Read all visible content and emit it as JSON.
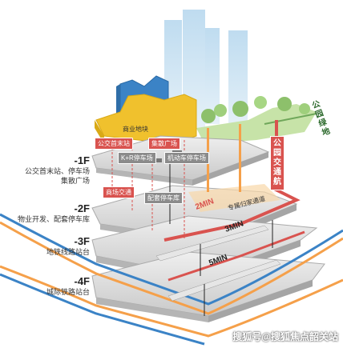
{
  "floors": [
    {
      "id": "-1F",
      "desc1": "公交首末站、停车场",
      "desc2": "集散广场"
    },
    {
      "id": "-2F",
      "desc1": "物业开发、配套停车库",
      "desc2": ""
    },
    {
      "id": "-3F",
      "desc1": "地铁线路站台",
      "desc2": ""
    },
    {
      "id": "-4F",
      "desc1": "城际铁路站台",
      "desc2": ""
    }
  ],
  "tags": {
    "bus_terminal": "公交首末站",
    "plaza": "集散广场",
    "kr_parking": "K+R停车场",
    "motor_parking": "机动车停车场",
    "commercial_traffic": "商场交通",
    "support_parking": "配套停车库",
    "yellow_label": "商业地块"
  },
  "banner": {
    "park_traffic": "公园交通航"
  },
  "park": "公园绿地",
  "times": {
    "t2": "2MIN",
    "t3": "3MIN",
    "t5": "5MIN"
  },
  "passage": "专属归家通道",
  "watermark": "搜狐号@搜狐焦点韶关站",
  "colors": {
    "red": "#d9534f",
    "blue": "#3b83c6",
    "orange": "#f5a04a",
    "yellow": "#f0c12d",
    "green": "#8dc06b",
    "sky": "#a9cfe9"
  }
}
